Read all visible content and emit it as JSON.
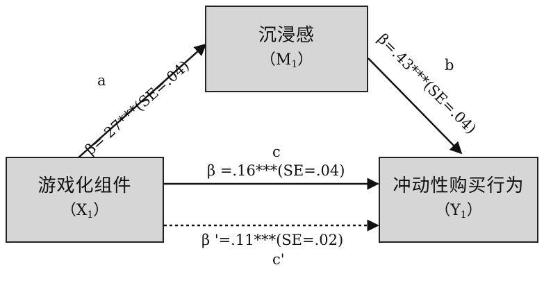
{
  "diagram": {
    "mediator": {
      "name": "沉浸感",
      "symbol": "M",
      "subscript": "1"
    },
    "independent": {
      "name": "游戏化组件",
      "symbol": "X",
      "subscript": "1"
    },
    "dependent": {
      "name": "冲动性购买行为",
      "symbol": "Y",
      "subscript": "1"
    },
    "paths": {
      "a": {
        "letter": "a",
        "stat": "β= 27***(SE=.04)"
      },
      "b": {
        "letter": "b",
        "stat": "β=.43***(SE=.04)"
      },
      "c": {
        "letter": "c",
        "stat": "β =.16***(SE=.04)"
      },
      "c_prime": {
        "letter": "c'",
        "stat": "β '=.11***(SE=.02)"
      }
    }
  }
}
